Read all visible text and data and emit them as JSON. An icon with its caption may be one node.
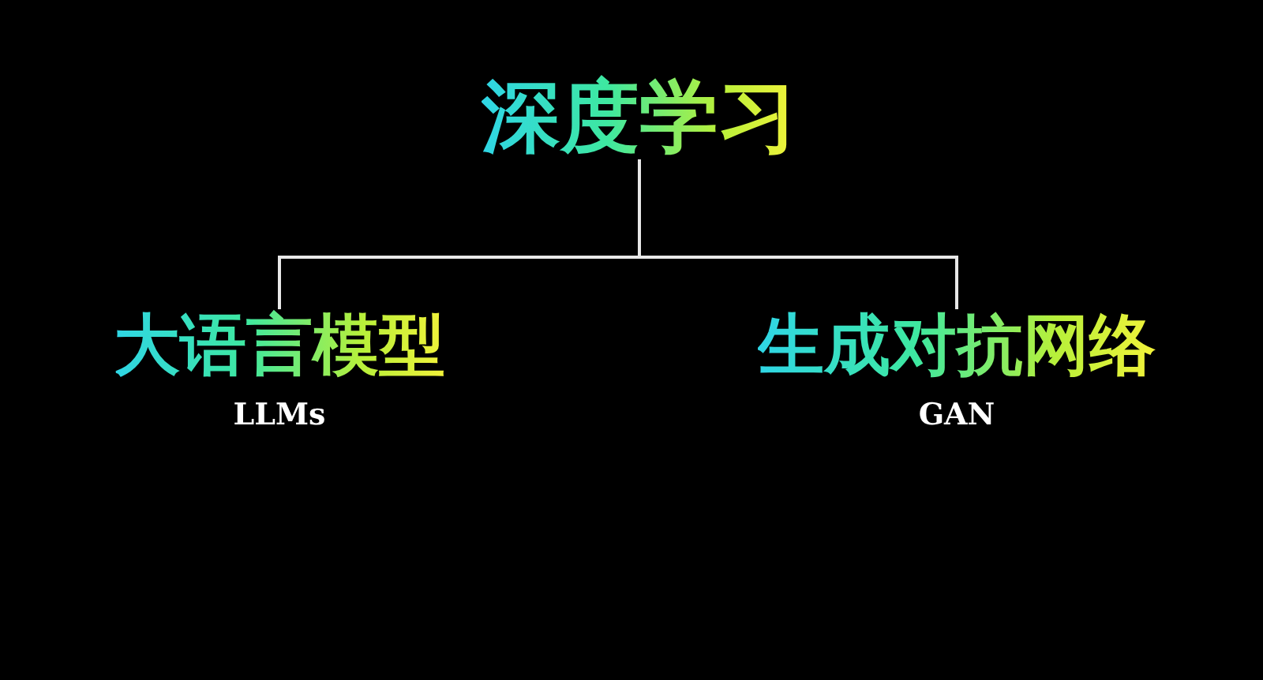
{
  "diagram": {
    "nodes": [
      {
        "text": [
          "深度学习"
        ]
      },
      {
        "text": [
          "大语言模型",
          "LLMs"
        ]
      },
      {
        "text": [
          "生成对抗网络",
          "GAN"
        ]
      }
    ],
    "edges": [
      {
        "from": 0,
        "to": 1,
        "arrow": "none"
      },
      {
        "from": 0,
        "to": 2,
        "arrow": "none"
      }
    ]
  }
}
